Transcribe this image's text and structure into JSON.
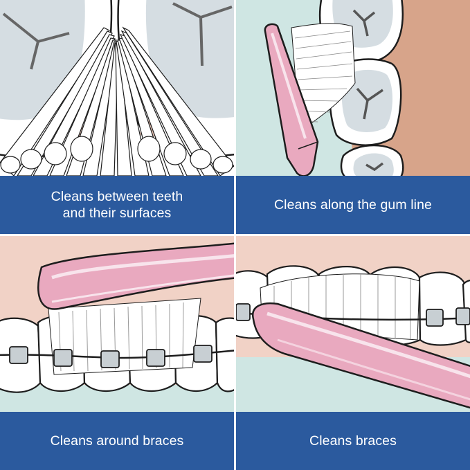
{
  "panels": [
    {
      "caption": "Cleans between teeth\nand their surfaces"
    },
    {
      "caption": "Cleans along the gum line"
    },
    {
      "caption": "Cleans around braces"
    },
    {
      "caption": "Cleans braces"
    }
  ],
  "colors": {
    "caption_bg": "#2b5a9e",
    "caption_text": "#ffffff",
    "tooth_fill": "#ffffff",
    "tooth_surface": "#d5dde2",
    "outline": "#1d1d1d",
    "brush_pink": "#e9a9bf",
    "brush_pink_light": "#f4d3df",
    "gum_pink": "#f1d2c6",
    "gum_brown": "#d7a48a",
    "mint_bg": "#cfe6e3"
  },
  "icons": [
    "toothbrush-handle",
    "bristles",
    "molar",
    "bracket",
    "archwire"
  ]
}
